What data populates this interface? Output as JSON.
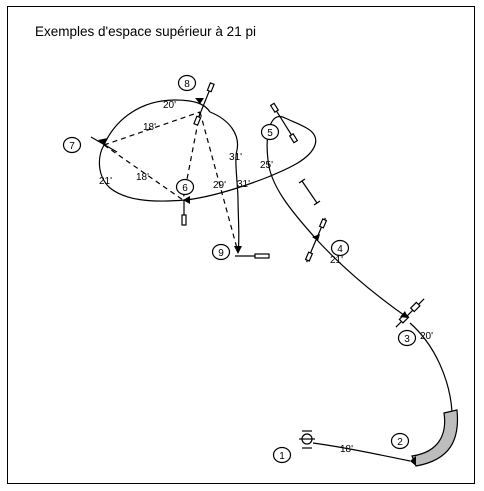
{
  "title": "Exemples d'espace supérieur à 21 pi",
  "colors": {
    "line": "#000000",
    "boom_fill": "#bdbdbd",
    "background": "#ffffff"
  },
  "icons": {
    "hydrant": "hydrant-icon",
    "ladder": "aerial-ladder-icon"
  },
  "stations": [
    {
      "id": "1",
      "label": "1"
    },
    {
      "id": "2",
      "label": "2"
    },
    {
      "id": "3",
      "label": "3"
    },
    {
      "id": "4",
      "label": "4"
    },
    {
      "id": "5",
      "label": "5"
    },
    {
      "id": "6",
      "label": "6"
    },
    {
      "id": "7",
      "label": "7"
    },
    {
      "id": "8",
      "label": "8"
    },
    {
      "id": "9",
      "label": "9"
    }
  ],
  "distances": {
    "d_1_2": "18'",
    "d_3": "20'",
    "d_4": "21'",
    "d_5": "25'",
    "d_8_6": "29'",
    "d_6_a": "31'",
    "d_8_9": "31'",
    "d_7_8_solid": "20'",
    "d_7_8_dash": "18'",
    "d_7_6_solid": "21'",
    "d_7_6_dash": "18'"
  }
}
